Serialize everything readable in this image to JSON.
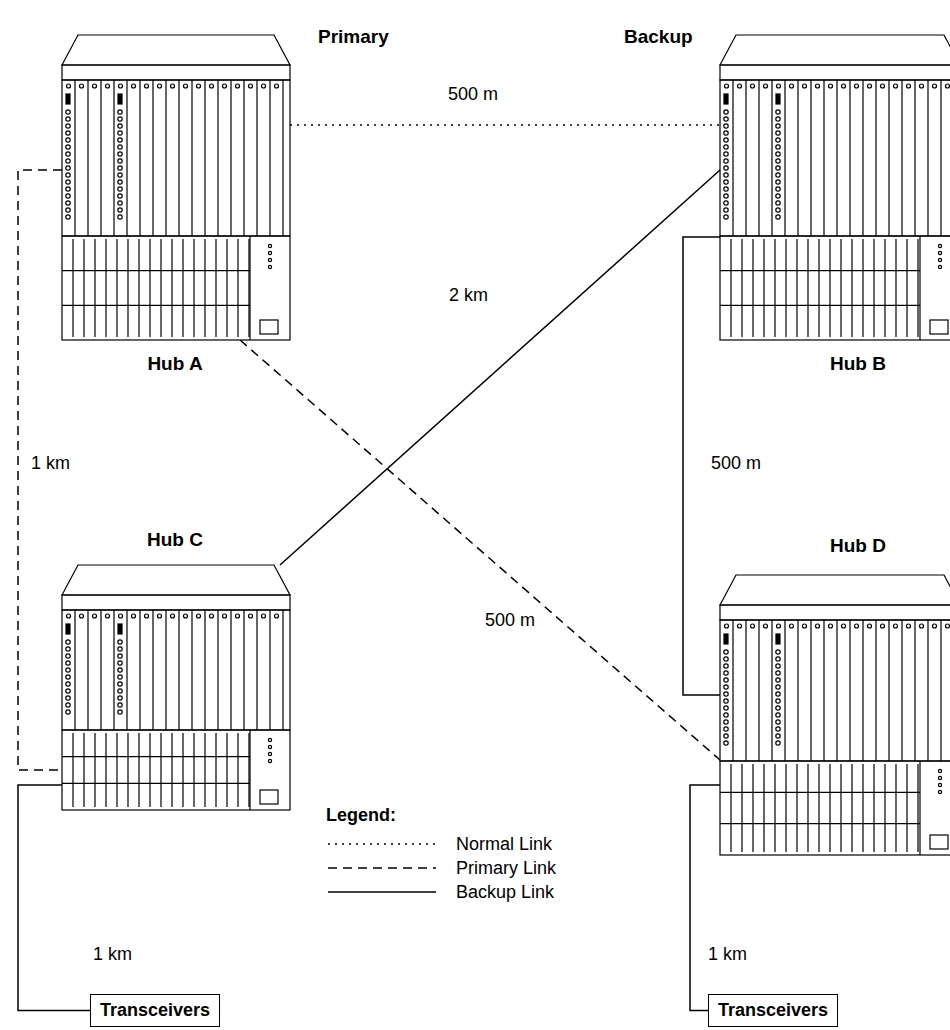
{
  "diagram": {
    "nodes": [
      {
        "text": [
          "Primary",
          "Hub A"
        ]
      },
      {
        "text": [
          "Backup",
          "Hub B"
        ]
      },
      {
        "text": [
          "Hub C"
        ]
      },
      {
        "text": [
          "Hub D"
        ]
      },
      {
        "text": [
          "Transceivers"
        ]
      },
      {
        "text": [
          "Transceivers"
        ]
      }
    ],
    "edges": [
      {
        "from": 0,
        "to": 1,
        "arrow": "none",
        "label": "500 m"
      },
      {
        "from": 0,
        "to": 2,
        "arrow": "none",
        "label": "1 km"
      },
      {
        "from": 0,
        "to": 3,
        "arrow": "none",
        "label": "500 m"
      },
      {
        "from": 1,
        "to": 2,
        "arrow": "none",
        "label": "2 km"
      },
      {
        "from": 1,
        "to": 3,
        "arrow": "none",
        "label": "500 m"
      },
      {
        "from": 2,
        "to": 4,
        "arrow": "none",
        "label": "1 km"
      },
      {
        "from": 3,
        "to": 5,
        "arrow": "none",
        "label": "1 km"
      }
    ],
    "labels": [
      "Legend:"
    ],
    "legend": [
      {
        "text": "Normal Link"
      },
      {
        "text": "Primary Link"
      },
      {
        "text": "Backup Link"
      }
    ]
  }
}
